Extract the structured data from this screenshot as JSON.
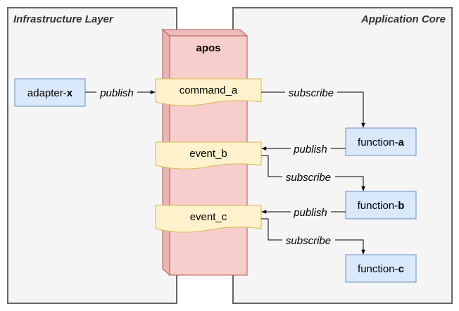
{
  "layers": {
    "infrastructure": {
      "title": "Infrastructure Layer"
    },
    "core": {
      "title": "Application Core"
    }
  },
  "broker": {
    "name": "apos"
  },
  "nodes": {
    "adapter": {
      "prefix": "adapter-",
      "suffix": "x"
    },
    "function_a": {
      "prefix": "function-",
      "suffix": "a"
    },
    "function_b": {
      "prefix": "function-",
      "suffix": "b"
    },
    "function_c": {
      "prefix": "function-",
      "suffix": "c"
    }
  },
  "topics": {
    "command_a": "command_a",
    "event_b": "event_b",
    "event_c": "event_c"
  },
  "edges": {
    "adapter_publish": "publish",
    "command_subscribe": "subscribe",
    "fa_publish": "publish",
    "event_b_subscribe": "subscribe",
    "fb_publish": "publish",
    "event_c_subscribe": "subscribe"
  },
  "colors": {
    "layer_fill": "#f5f5f5",
    "layer_stroke": "#666666",
    "broker_front": "#f8cecc",
    "broker_side": "#e8b5b3",
    "broker_stroke": "#b85450",
    "topic_fill": "#fff2cc",
    "topic_stroke": "#d6b656",
    "node_fill": "#dae8fc",
    "node_stroke": "#6c8ebf"
  }
}
